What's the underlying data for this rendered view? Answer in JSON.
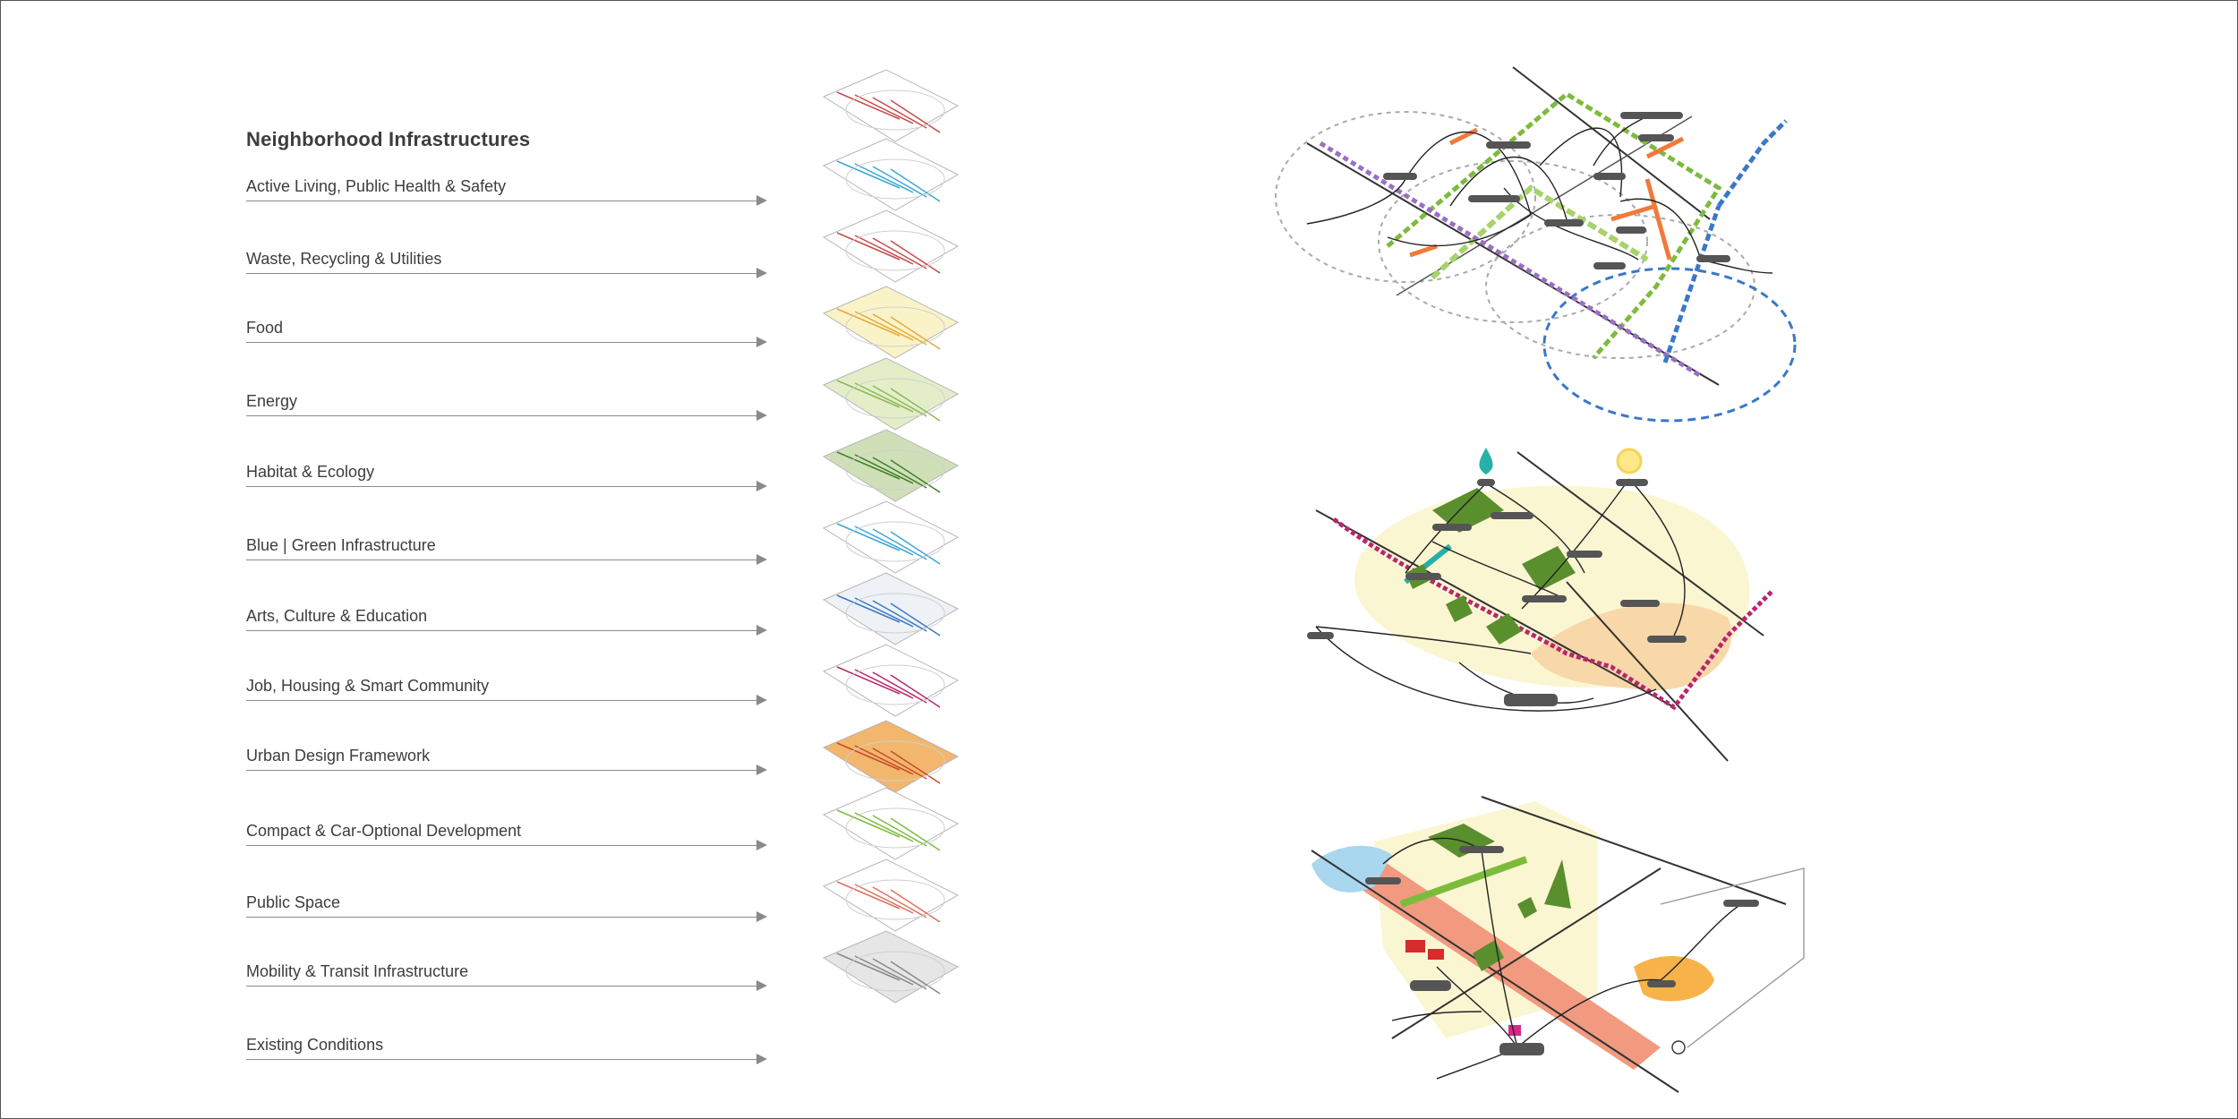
{
  "title": "Neighborhood Infrastructures",
  "layers": [
    {
      "label": "Active Living, Public Health & Safety"
    },
    {
      "label": "Waste, Recycling & Utilities"
    },
    {
      "label": "Food"
    },
    {
      "label": "Energy"
    },
    {
      "label": "Habitat & Ecology"
    },
    {
      "label": "Blue | Green Infrastructure"
    },
    {
      "label": "Arts, Culture & Education"
    },
    {
      "label": "Job, Housing & Smart Community"
    },
    {
      "label": "Urban Design Framework"
    },
    {
      "label": "Compact & Car-Optional Development"
    },
    {
      "label": "Public Space"
    },
    {
      "label": "Mobility & Transit Infrastructure"
    },
    {
      "label": "Existing Conditions"
    }
  ],
  "colors": {
    "text": "#3d3d3d",
    "line": "#8a8a8a",
    "green": "#7dbb3c",
    "dark_green": "#3f7d2a",
    "orange": "#f07a3c",
    "purple": "#9b6fc4",
    "blue": "#3a78c8",
    "magenta": "#b8266e",
    "yellow_fill": "#fbf6d2",
    "peach_fill": "#f8d7a8",
    "salmon_fill": "#f19a80",
    "light_blue": "#a9d7ef",
    "node": "#555555"
  }
}
